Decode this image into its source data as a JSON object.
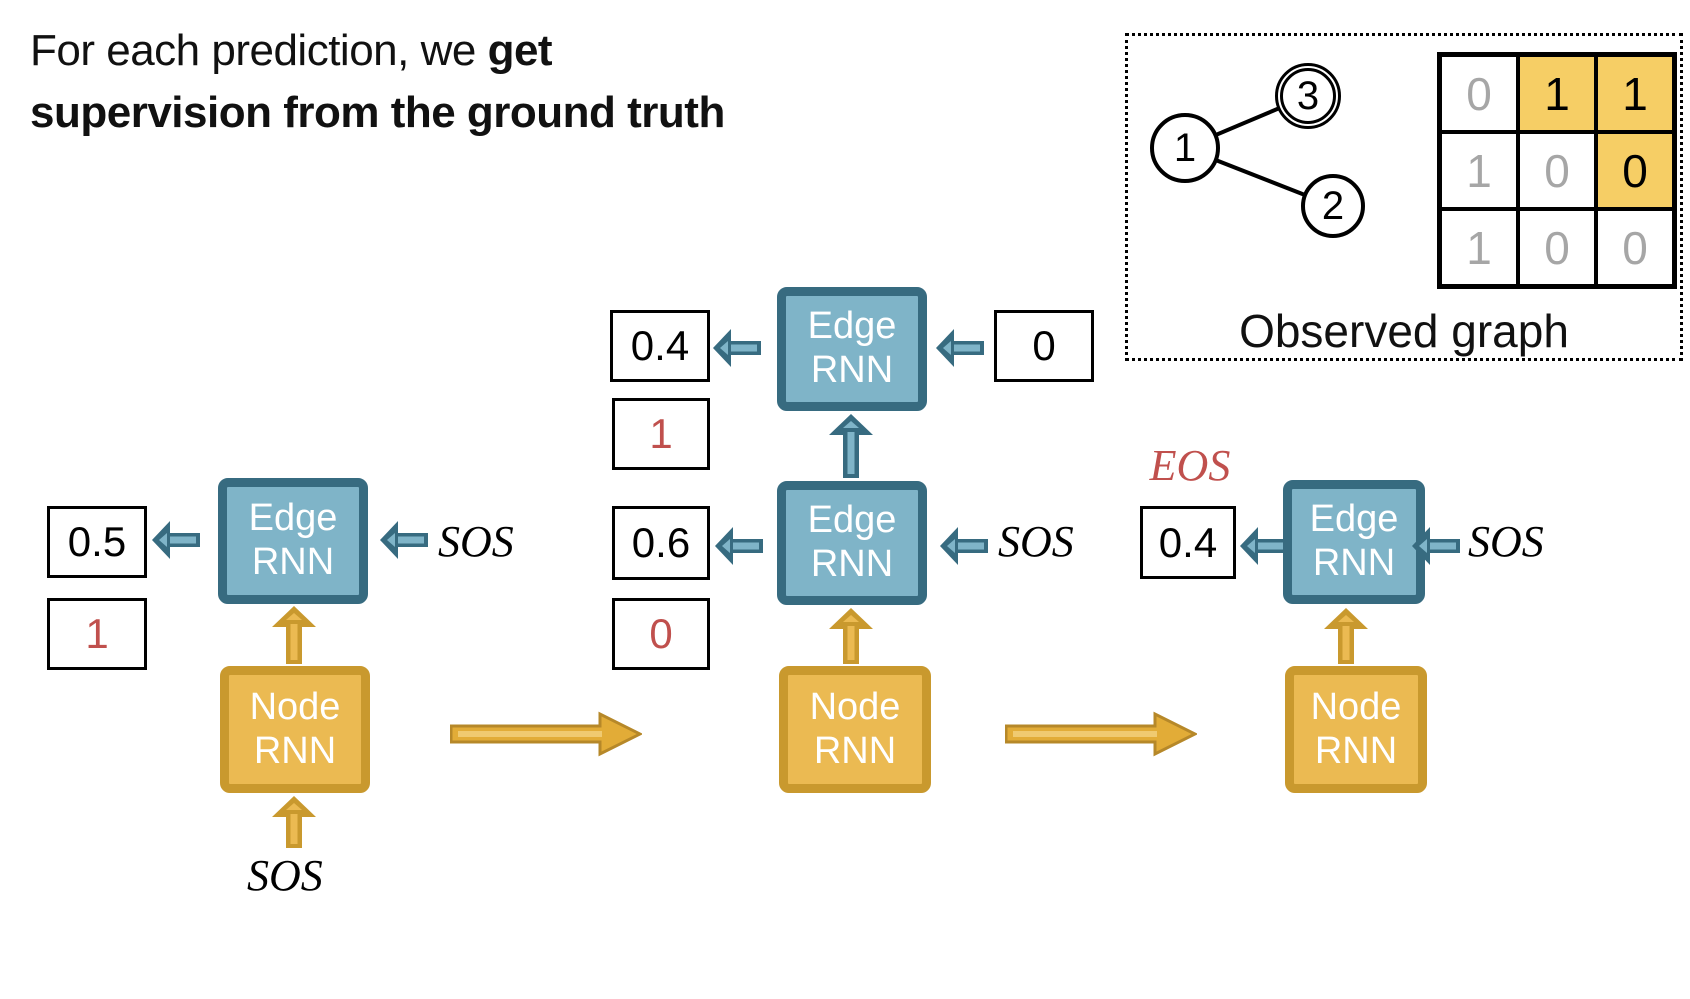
{
  "colors": {
    "teal_fill": "#7FB4C8",
    "teal_border": "#376B80",
    "gold_fill": "#EBBA52",
    "gold_border": "#C9992E",
    "long_arrow_fill": "#E2AC37",
    "long_arrow_border": "#B68829",
    "long_arrow_stripe": "#F0CA70",
    "truth_red": "#C0504D",
    "matrix_highlight": "#F6CE65",
    "matrix_dim_text": "#A6A6A6"
  },
  "title": {
    "line1_regular": "For each prediction, we ",
    "line1_bold": "get",
    "line2_bold": "supervision from the ground truth"
  },
  "observed": {
    "label": "Observed graph",
    "nodes": [
      "1",
      "2",
      "3"
    ],
    "matrix": [
      [
        {
          "v": "0",
          "cls": "dim"
        },
        {
          "v": "1",
          "cls": "hl"
        },
        {
          "v": "1",
          "cls": "hl"
        }
      ],
      [
        {
          "v": "1",
          "cls": "dim"
        },
        {
          "v": "0",
          "cls": "dim"
        },
        {
          "v": "0",
          "cls": "hl"
        }
      ],
      [
        {
          "v": "1",
          "cls": "dim"
        },
        {
          "v": "0",
          "cls": "dim"
        },
        {
          "v": "0",
          "cls": "dim"
        }
      ]
    ]
  },
  "step1": {
    "edge_label": "Edge\nRNN",
    "node_label": "Node\nRNN",
    "prediction": "0.5",
    "ground_truth": "1",
    "edge_input": "SOS",
    "node_input": "SOS"
  },
  "step2": {
    "edge_label_top": "Edge\nRNN",
    "prediction_top": "0.4",
    "ground_truth_top": "1",
    "edge_input_top": "0",
    "edge_label": "Edge\nRNN",
    "prediction": "0.6",
    "ground_truth": "0",
    "edge_input": "SOS",
    "node_label": "Node\nRNN"
  },
  "step3": {
    "eos_label": "EOS",
    "prediction": "0.4",
    "edge_label": "Edge\nRNN",
    "edge_input": "SOS",
    "node_label": "Node\nRNN"
  }
}
